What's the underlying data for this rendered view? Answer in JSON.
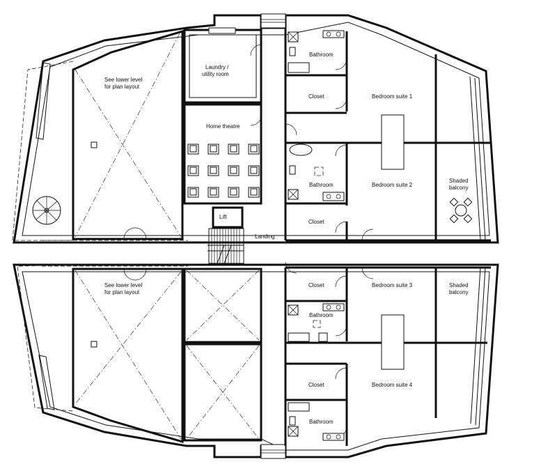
{
  "plan": {
    "labels": {
      "lower_level_west_north": [
        "See lower level",
        "for plan layout"
      ],
      "lower_level_west_south": [
        "See lower level",
        "for plan layout"
      ],
      "laundry": [
        "Laundry /",
        "utility room"
      ],
      "home_theatre": "Home theatre",
      "lift": "Lift",
      "landing": "Landing",
      "bathroom_1": "Bathroom",
      "closet_1": "Closet",
      "bedroom_1": "Bedroom suite 1",
      "bathroom_2": "Bathroom",
      "bedroom_2": "Bedroom suite 2",
      "closet_2": "Closet",
      "balcony_north": [
        "Shaded",
        "balcony"
      ],
      "closet_3": "Closet",
      "bedroom_3": "Bedroom suite 3",
      "bathroom_3": "Bathroom",
      "balcony_south": [
        "Shaded",
        "balcony"
      ],
      "closet_4": "Closet",
      "bedroom_4": "Bedroom suite 4",
      "bathroom_4": "Bathroom"
    },
    "theatre_seats": {
      "rows": 3,
      "per_row": 4
    }
  }
}
